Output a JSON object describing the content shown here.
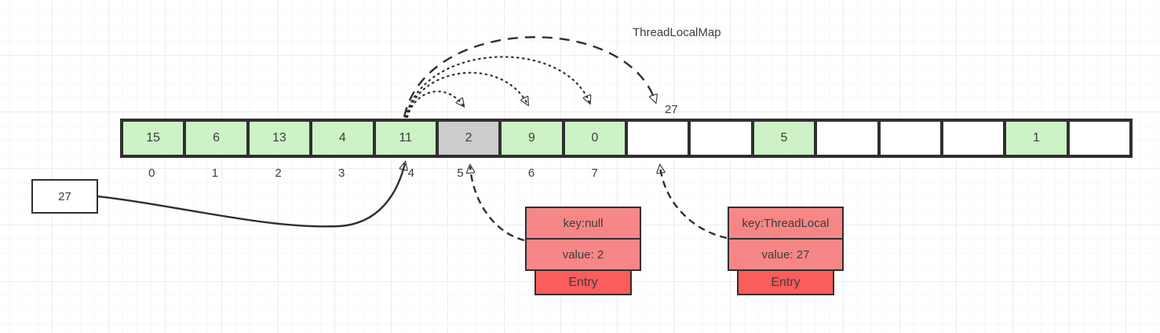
{
  "title": "ThreadLocalMap",
  "array": {
    "cells": [
      {
        "value": "15",
        "type": "green",
        "index": "0"
      },
      {
        "value": "6",
        "type": "green",
        "index": "1"
      },
      {
        "value": "13",
        "type": "green",
        "index": "2"
      },
      {
        "value": "4",
        "type": "green",
        "index": "3"
      },
      {
        "value": "11",
        "type": "green",
        "index": "4"
      },
      {
        "value": "2",
        "type": "gray",
        "index": "5"
      },
      {
        "value": "9",
        "type": "green",
        "index": "6"
      },
      {
        "value": "0",
        "type": "green",
        "index": "7"
      },
      {
        "value": "",
        "type": "white",
        "index": ""
      },
      {
        "value": "",
        "type": "white",
        "index": ""
      },
      {
        "value": "5",
        "type": "green",
        "index": ""
      },
      {
        "value": "",
        "type": "white",
        "index": ""
      },
      {
        "value": "",
        "type": "white",
        "index": ""
      },
      {
        "value": "",
        "type": "white",
        "index": ""
      },
      {
        "value": "1",
        "type": "green",
        "index": ""
      },
      {
        "value": "",
        "type": "white",
        "index": ""
      }
    ]
  },
  "value_box": {
    "label": "27"
  },
  "probe": {
    "label": "27"
  },
  "entries": [
    {
      "key": "key:null",
      "value": "value: 2",
      "tab": "Entry"
    },
    {
      "key": "key:ThreadLocal",
      "value": "value: 27",
      "tab": "Entry"
    }
  ],
  "colors": {
    "cell_green": "#cdf2c6",
    "cell_gray": "#cccccc",
    "cell_white": "#ffffff",
    "entry_row": "#f78787",
    "entry_tab": "#fb5c5c",
    "stroke": "#2f2f2f",
    "text": "#3d3d3d",
    "grid_major": "#ececec",
    "grid_minor": "#f8f8f8"
  }
}
